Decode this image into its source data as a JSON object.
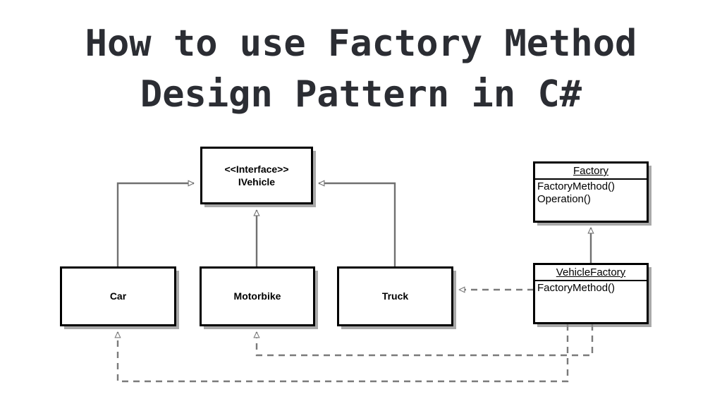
{
  "title": {
    "line1": "How to use Factory Method",
    "line2": "Design Pattern in C#"
  },
  "colors": {
    "background": "#ffffff",
    "title_text": "#2b2d33",
    "box_border": "#000000",
    "box_fill": "#ffffff",
    "box_shadow": "#8c8c8c",
    "solid_connector": "#707070",
    "dashed_connector": "#7a7a7a"
  },
  "diagram": {
    "type": "uml-class-diagram",
    "nodes": [
      {
        "id": "ivehicle",
        "kind": "interface",
        "stereotype": "<<Interface>>",
        "name": "IVehicle",
        "members": []
      },
      {
        "id": "car",
        "kind": "class",
        "name": "Car",
        "members": []
      },
      {
        "id": "motorbike",
        "kind": "class",
        "name": "Motorbike",
        "members": []
      },
      {
        "id": "truck",
        "kind": "class",
        "name": "Truck",
        "members": []
      },
      {
        "id": "factory",
        "kind": "class",
        "name": "Factory",
        "members": [
          "FactoryMethod()",
          "Operation()"
        ]
      },
      {
        "id": "vehiclefactory",
        "kind": "class",
        "name": "VehicleFactory",
        "members": [
          "FactoryMethod()"
        ]
      }
    ],
    "edges": [
      {
        "from": "car",
        "to": "ivehicle",
        "style": "solid",
        "arrow": "hollow-triangle",
        "relation": "realization"
      },
      {
        "from": "motorbike",
        "to": "ivehicle",
        "style": "solid",
        "arrow": "hollow-triangle",
        "relation": "realization"
      },
      {
        "from": "truck",
        "to": "ivehicle",
        "style": "solid",
        "arrow": "hollow-triangle",
        "relation": "realization"
      },
      {
        "from": "vehiclefactory",
        "to": "factory",
        "style": "solid",
        "arrow": "hollow-triangle",
        "relation": "generalization"
      },
      {
        "from": "vehiclefactory",
        "to": "truck",
        "style": "dashed",
        "arrow": "hollow-triangle",
        "relation": "dependency"
      },
      {
        "from": "vehiclefactory",
        "to": "car",
        "style": "dashed",
        "arrow": "hollow-triangle",
        "relation": "dependency"
      },
      {
        "from": "vehiclefactory",
        "to": "motorbike",
        "style": "dashed",
        "arrow": "hollow-triangle",
        "relation": "dependency"
      }
    ]
  }
}
